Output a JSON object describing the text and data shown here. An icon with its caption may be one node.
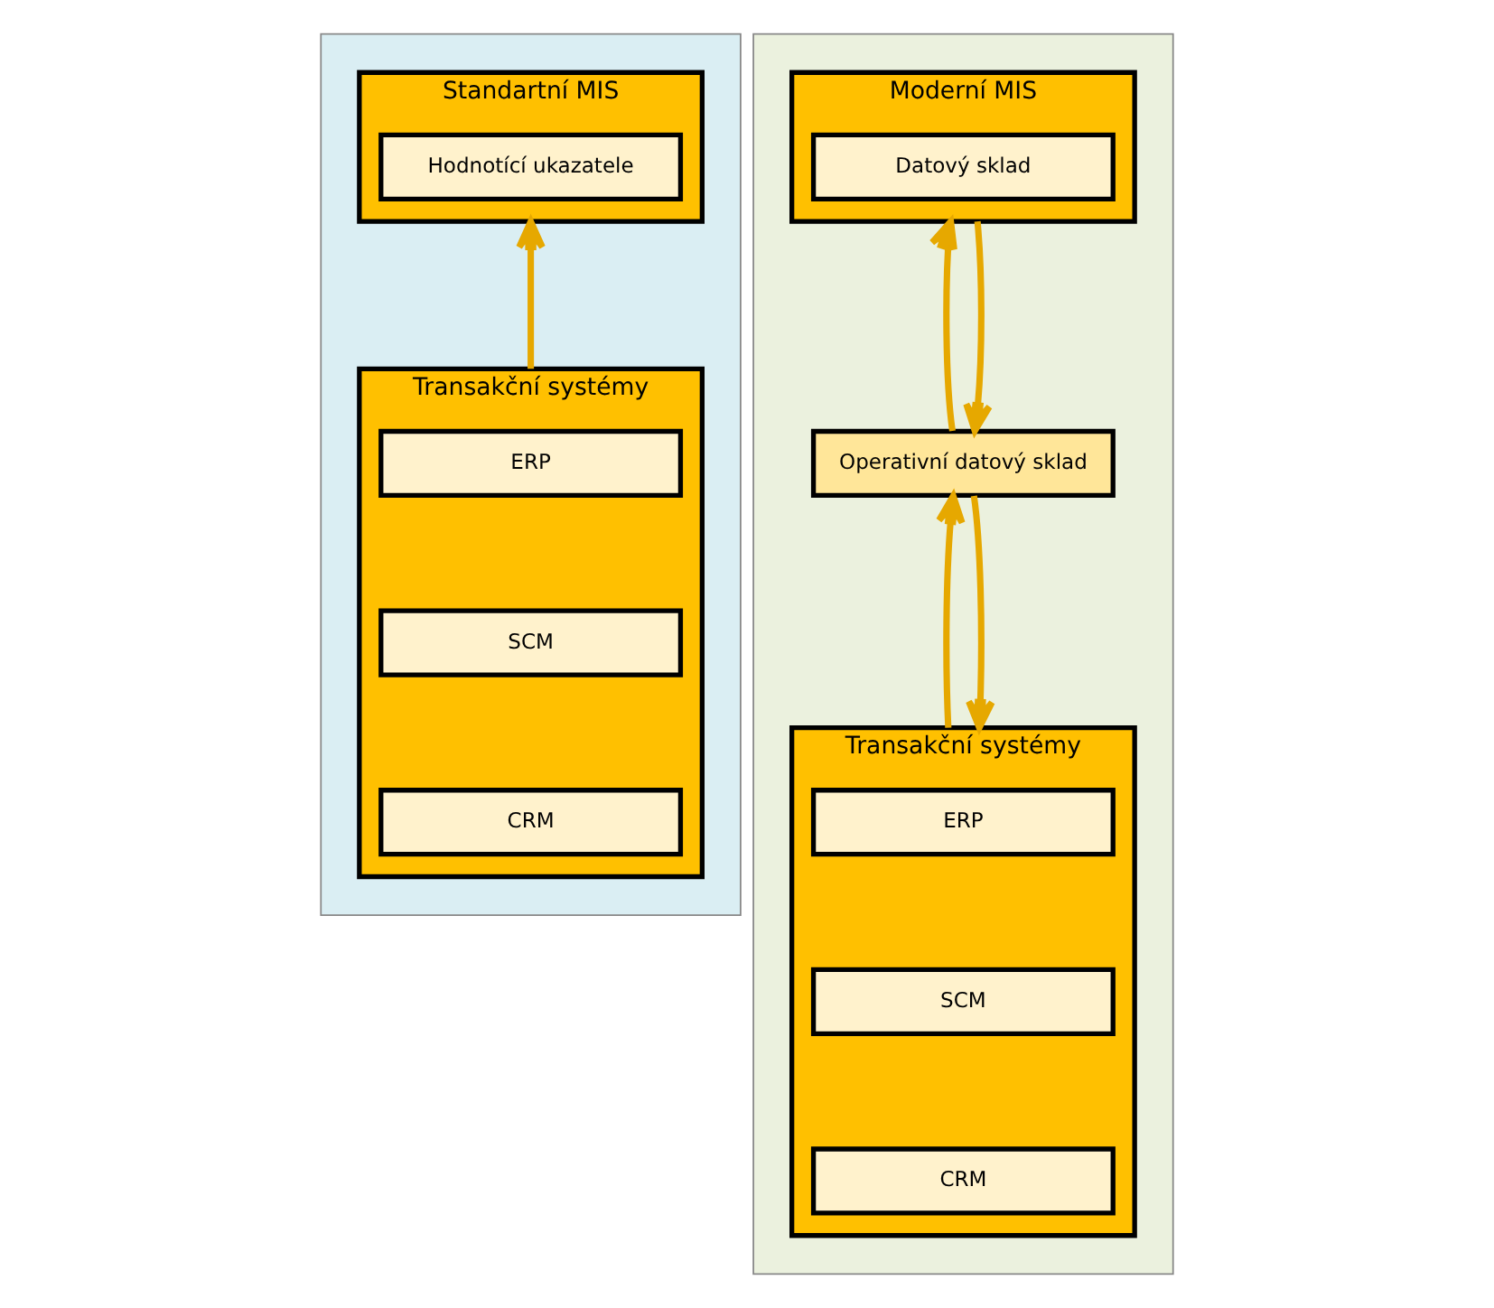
{
  "diagram": {
    "nodes": [
      {
        "text": [],
        "shape": "box"
      },
      {
        "text": [
          "Standartní MIS"
        ],
        "in": 0
      },
      {
        "text": [
          "Hodnotící ukazatele"
        ],
        "in": 1
      },
      {
        "text": [
          "Transakční systémy"
        ],
        "in": 0
      },
      {
        "text": [
          "ERP"
        ],
        "in": 3
      },
      {
        "text": [
          "SCM"
        ],
        "in": 3
      },
      {
        "text": [
          "CRM"
        ],
        "in": 3
      },
      {
        "text": [],
        "shape": "box"
      },
      {
        "text": [
          "Moderní MIS"
        ],
        "in": 7
      },
      {
        "text": [
          "Datový sklad"
        ],
        "in": 8
      },
      {
        "text": [
          "Operativní datový sklad"
        ],
        "in": 7
      },
      {
        "text": [
          "Transakční systémy"
        ],
        "in": 7
      },
      {
        "text": [
          "ERP"
        ],
        "in": 11
      },
      {
        "text": [
          "SCM"
        ],
        "in": 11
      },
      {
        "text": [
          "CRM"
        ],
        "in": 11
      }
    ],
    "edges": [
      {
        "from": 3,
        "to": 1,
        "arrow": "to"
      },
      {
        "from": 10,
        "to": 8,
        "arrow": "to"
      },
      {
        "from": 8,
        "to": 10,
        "arrow": "to"
      },
      {
        "from": 11,
        "to": 10,
        "arrow": "to"
      },
      {
        "from": 10,
        "to": 11,
        "arrow": "to"
      }
    ]
  }
}
